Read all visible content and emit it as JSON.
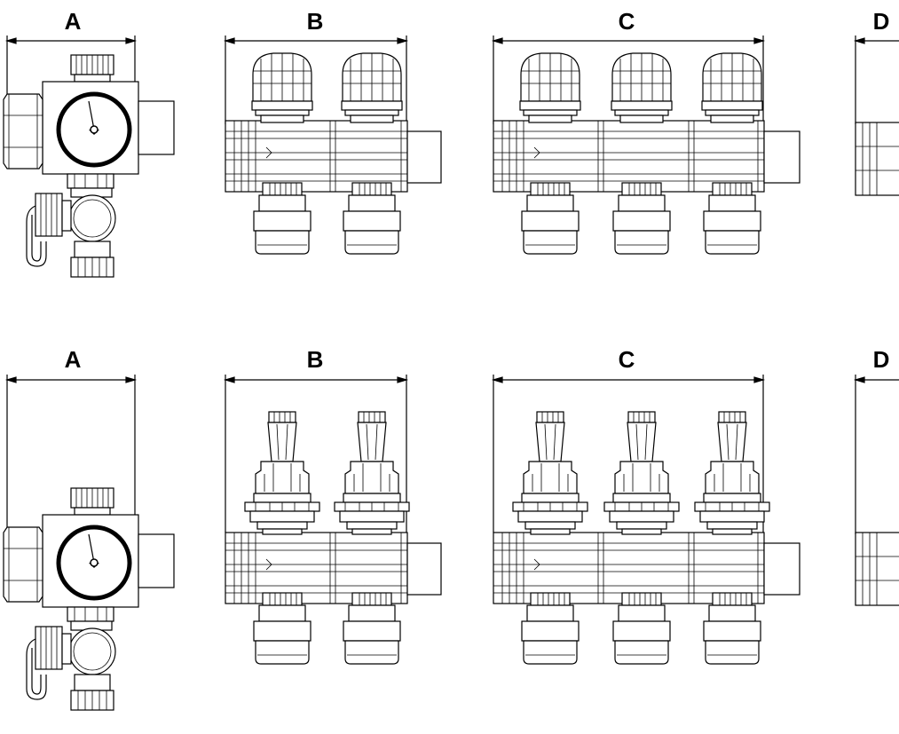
{
  "rows": [
    {
      "variant": "cap-valves",
      "labels": {
        "a": "A",
        "b": "B",
        "c": "C",
        "d": "D"
      }
    },
    {
      "variant": "actuator-valves",
      "labels": {
        "a": "A",
        "b": "B",
        "c": "C",
        "d": "D"
      }
    }
  ],
  "modules": {
    "b_outlets": 2,
    "c_outlets": 3
  }
}
